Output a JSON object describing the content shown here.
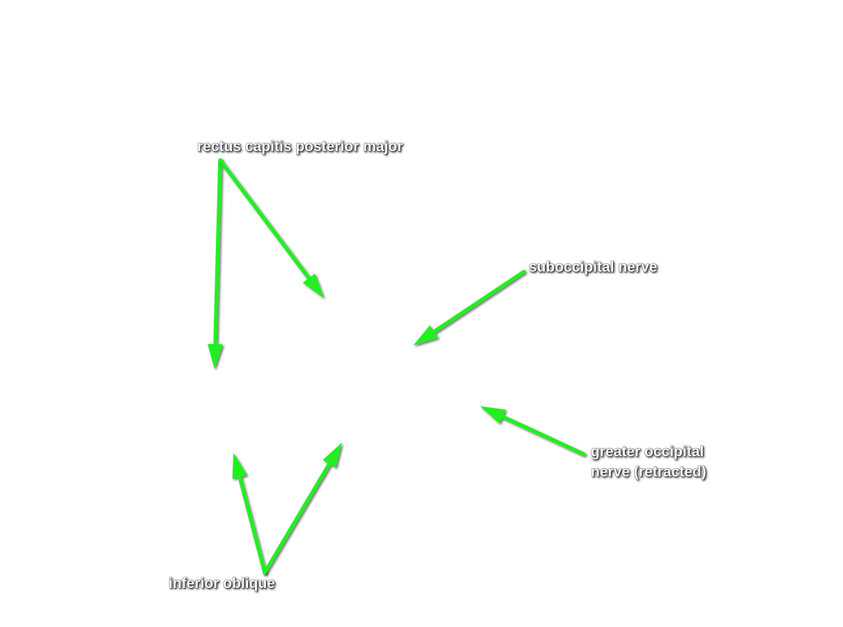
{
  "colors": {
    "arrow": "#22ee22",
    "label_text": "#ffffff",
    "label_outline": "#000000",
    "background": "#ffffff"
  },
  "labels": {
    "rectus_capitis_posterior_major": "rectus capitis posterior major",
    "suboccipital_nerve": "suboccipital nerve",
    "greater_occipital_nerve_line1": "greater occipital",
    "greater_occipital_nerve_line2": "nerve (retracted)",
    "inferior_oblique": "inferior oblique"
  }
}
